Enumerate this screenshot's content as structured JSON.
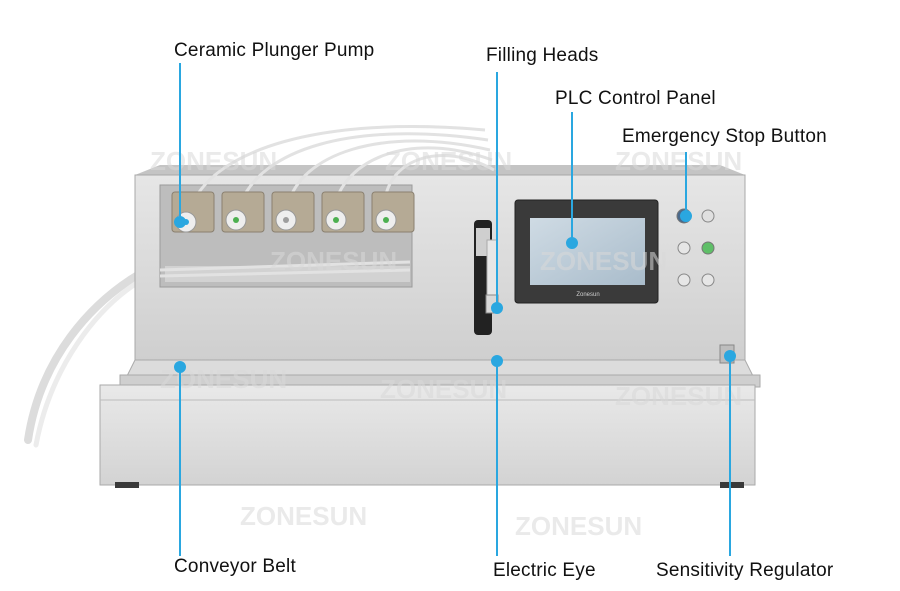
{
  "labels": {
    "pump": "Ceramic Plunger Pump",
    "heads": "Filling Heads",
    "plc": "PLC Control Panel",
    "estop": "Emergency Stop Button",
    "conveyor": "Conveyor Belt",
    "eye": "Electric Eye",
    "sensitivity": "Sensitivity Regulator"
  },
  "watermark": "ZONESUN",
  "brand": "Zonesun",
  "colors": {
    "callout": "#2aa7e0",
    "steel": "#d8d8d8",
    "steel_dark": "#9a9a9a",
    "screen": "#b8c9d6",
    "text": "#111111"
  }
}
